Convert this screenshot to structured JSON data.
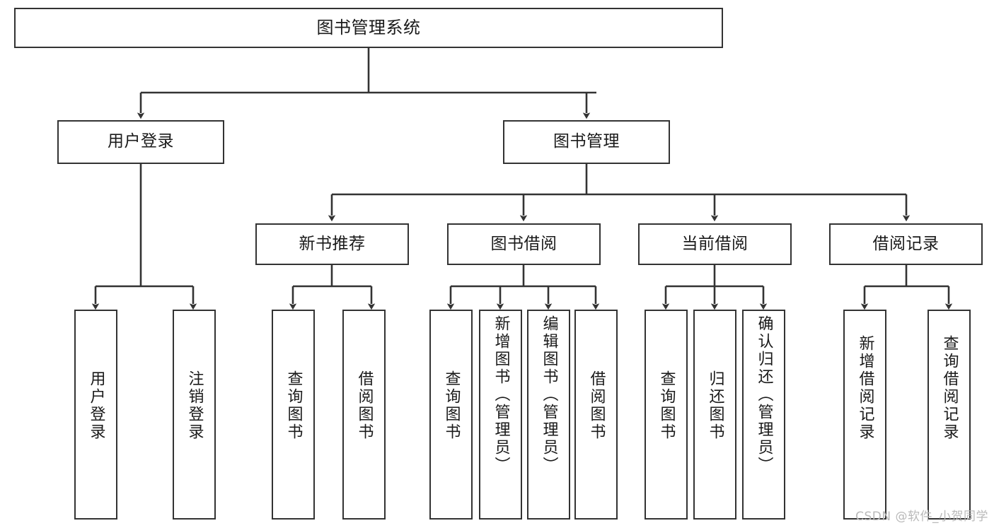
{
  "diagram": {
    "title": "图书管理系统",
    "type": "tree-hierarchy",
    "watermark": "CSDN @软件_小贺同学",
    "colors": {
      "node_border": "#333333",
      "node_fill": "#ffffff",
      "edge": "#333333",
      "text": "#1a1a1a",
      "watermark": "#b9b9b9",
      "background": "#ffffff"
    },
    "root": {
      "id": "root",
      "label": "图书管理系统"
    },
    "level2": [
      {
        "id": "user-login",
        "label": "用户登录"
      },
      {
        "id": "book-manage",
        "label": "图书管理"
      }
    ],
    "level3": [
      {
        "id": "new-book-rec",
        "label": "新书推荐"
      },
      {
        "id": "book-borrow",
        "label": "图书借阅"
      },
      {
        "id": "current-borrow",
        "label": "当前借阅"
      },
      {
        "id": "borrow-record",
        "label": "借阅记录"
      }
    ],
    "leaves": {
      "user_login": [
        {
          "id": "leaf-user-login",
          "label": "用户登录"
        },
        {
          "id": "leaf-logout-login",
          "label": "注销登录"
        }
      ],
      "new_book_rec": [
        {
          "id": "leaf-query-book-1",
          "label": "查询图书"
        },
        {
          "id": "leaf-borrow-book-1",
          "label": "借阅图书"
        }
      ],
      "book_borrow": [
        {
          "id": "leaf-query-book-2",
          "label": "查询图书"
        },
        {
          "id": "leaf-add-book",
          "label": "新增图书（管理员）"
        },
        {
          "id": "leaf-edit-book",
          "label": "编辑图书（管理员）"
        },
        {
          "id": "leaf-borrow-book-2",
          "label": "借阅图书"
        }
      ],
      "current_borrow": [
        {
          "id": "leaf-query-book-3",
          "label": "查询图书"
        },
        {
          "id": "leaf-return-book",
          "label": "归还图书"
        },
        {
          "id": "leaf-confirm-return",
          "label": "确认归还（管理员）"
        }
      ],
      "borrow_record": [
        {
          "id": "leaf-add-record",
          "label": "新增借阅记录"
        },
        {
          "id": "leaf-query-record",
          "label": "查询借阅记录"
        }
      ]
    }
  }
}
